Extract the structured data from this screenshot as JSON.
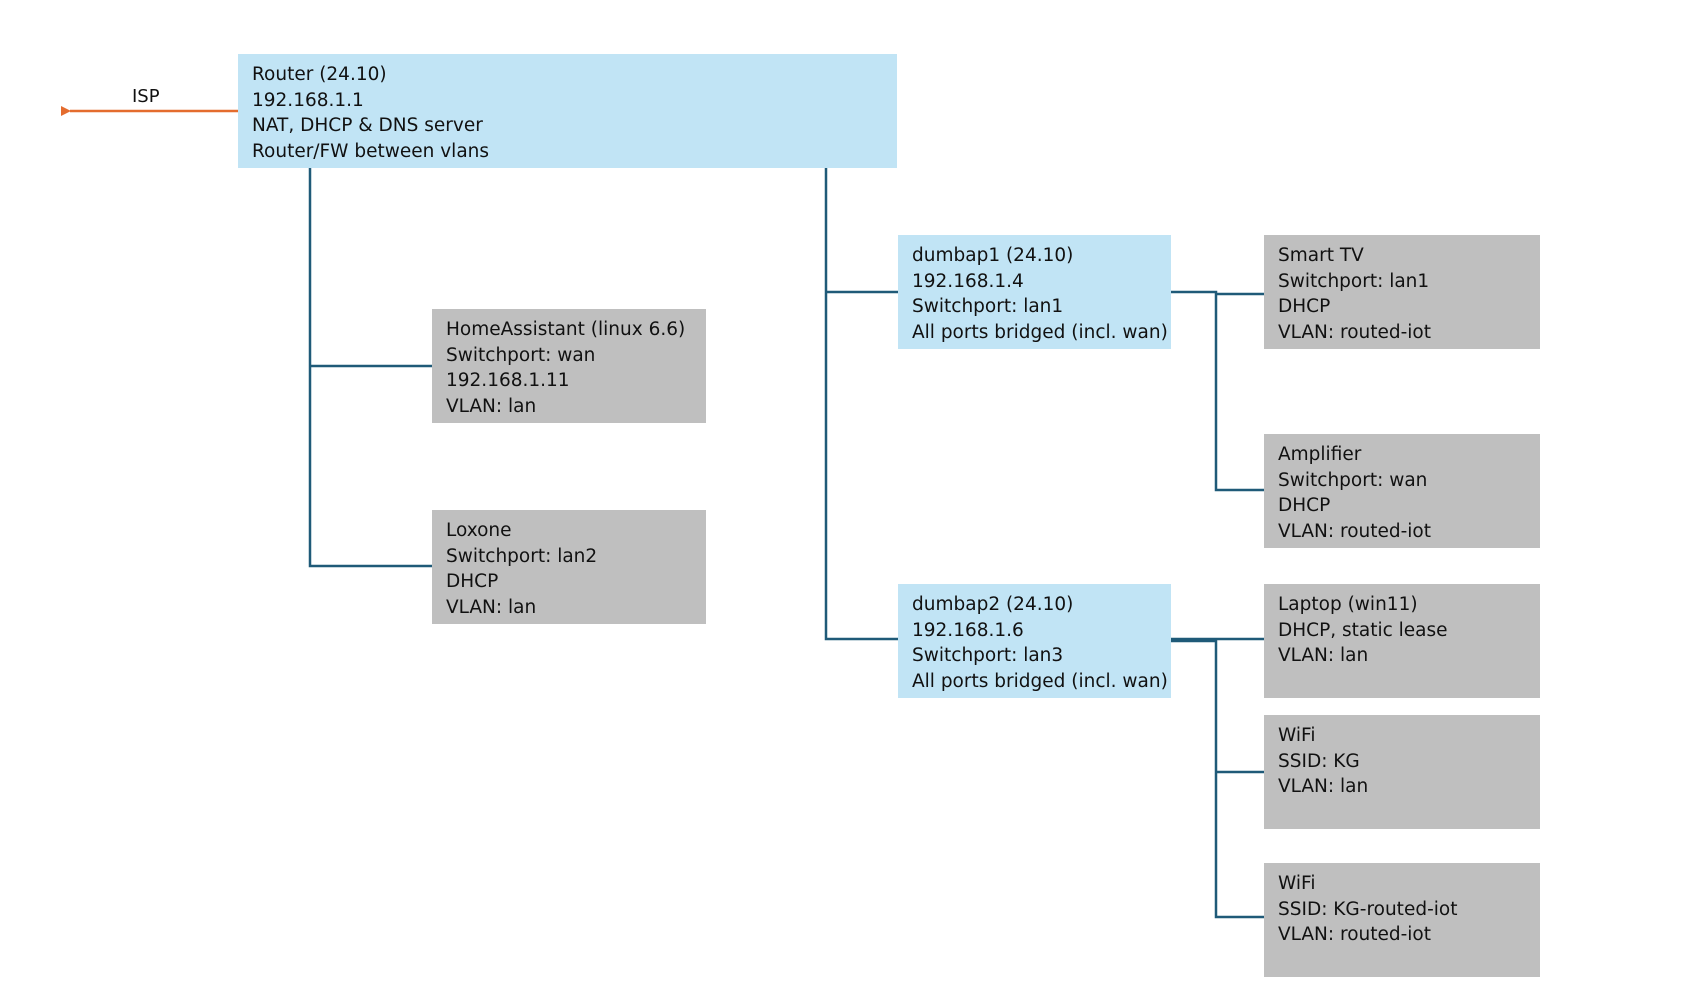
{
  "diagram": {
    "isp_label": "ISP",
    "colors": {
      "connector": "#1f5a78",
      "uplink_arrow": "#e46c2e",
      "router_fill": "#c1e4f5",
      "device_fill": "#bfbfbf"
    },
    "nodes": {
      "router": {
        "lines": [
          "Router (24.10)",
          "192.168.1.1",
          "NAT, DHCP & DNS server",
          "Router/FW between vlans"
        ]
      },
      "homeassistant": {
        "lines": [
          "HomeAssistant (linux 6.6)",
          "Switchport: wan",
          "192.168.1.11",
          "VLAN: lan"
        ]
      },
      "loxone": {
        "lines": [
          "Loxone",
          "Switchport: lan2",
          "DHCP",
          "VLAN: lan"
        ]
      },
      "dumbap1": {
        "lines": [
          "dumbap1 (24.10)",
          "192.168.1.4",
          "Switchport: lan1",
          "All ports bridged (incl. wan)"
        ]
      },
      "dumbap2": {
        "lines": [
          "dumbap2 (24.10)",
          "192.168.1.6",
          "Switchport: lan3",
          "All ports bridged (incl. wan)"
        ]
      },
      "smart_tv": {
        "lines": [
          "Smart TV",
          "Switchport: lan1",
          "DHCP",
          "VLAN: routed-iot"
        ]
      },
      "amplifier": {
        "lines": [
          "Amplifier",
          "Switchport: wan",
          "DHCP",
          "VLAN: routed-iot"
        ]
      },
      "laptop": {
        "lines": [
          "Laptop (win11)",
          "DHCP, static lease",
          "VLAN: lan"
        ]
      },
      "wifi_kg": {
        "lines": [
          "WiFi",
          "SSID: KG",
          "VLAN: lan"
        ]
      },
      "wifi_kg_iot": {
        "lines": [
          "WiFi",
          "SSID: KG-routed-iot",
          "VLAN: routed-iot"
        ]
      }
    }
  }
}
